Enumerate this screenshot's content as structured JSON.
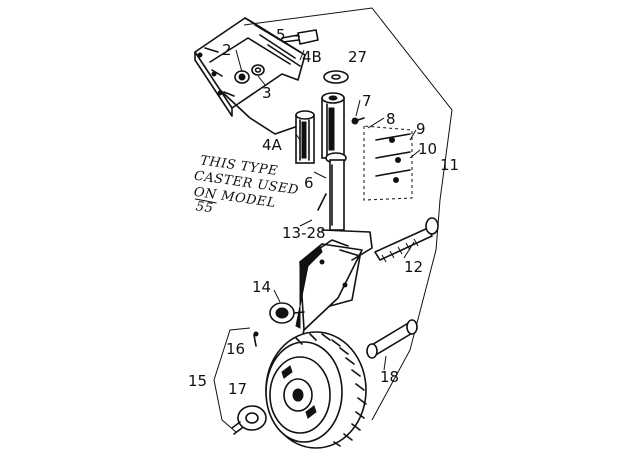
{
  "labels": {
    "p2": "2",
    "p3": "3",
    "p4a": "4A",
    "p4b": "4B",
    "p5": "5",
    "p6": "6",
    "p7": "7",
    "p8": "8",
    "p9": "9",
    "p10": "10",
    "p11": "11",
    "p12": "12",
    "p13_28": "13-28",
    "p14": "14",
    "p15": "15",
    "p16": "16",
    "p17": "17",
    "p18": "18",
    "p27": "27"
  },
  "note": {
    "line1": "THIS TYPE",
    "line2": "CASTER USED",
    "line3": "ON MODEL",
    "line4": "55"
  }
}
